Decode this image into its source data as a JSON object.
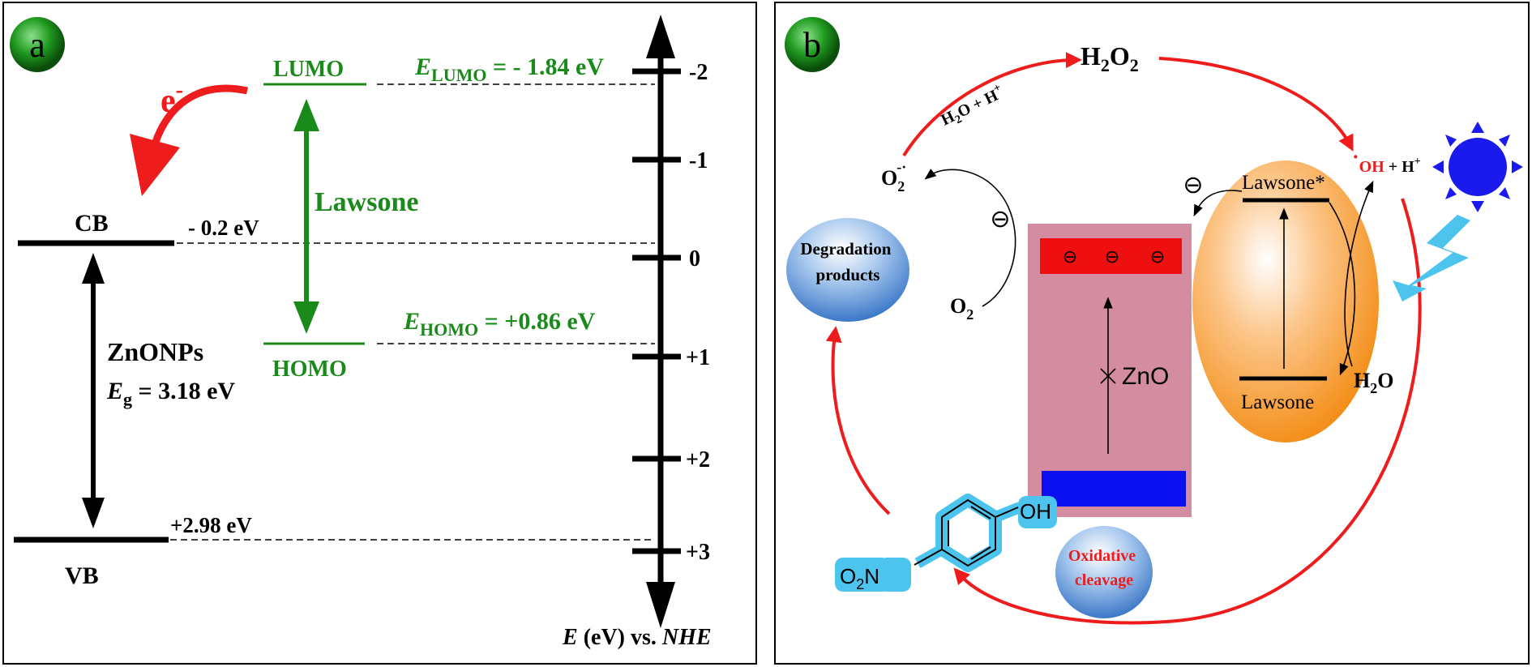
{
  "panel_a": {
    "label": "a",
    "energy_levels": {
      "lumo": "LUMO",
      "homo": "HOMO",
      "lumo_energy_prefix": "E",
      "lumo_energy_sub": "LUMO",
      "lumo_energy_value": " = - 1.84 eV",
      "homo_energy_prefix": "E",
      "homo_energy_sub": "HOMO",
      "homo_energy_value": " = +0.86 eV",
      "lawsone": "Lawsone",
      "electron": "e",
      "electron_sup": "-",
      "cb": "CB",
      "cb_value": "- 0.2 eV",
      "vb": "VB",
      "vb_value": "+2.98 eV",
      "semiconductor": "ZnONPs",
      "gap_prefix": "E",
      "gap_sub": "g",
      "gap_value": " = 3.18 eV"
    },
    "axis": {
      "ticks": [
        "-2",
        "-1",
        "0",
        "+1",
        "+2",
        "+3"
      ],
      "label_e": "E",
      "label_mid": " (eV) vs. ",
      "label_nhe": "NHE"
    }
  },
  "panel_b": {
    "label": "b",
    "h2o2": "H",
    "h2o2_2": "O",
    "h2o_h_label": "H",
    "h2o_h_o": "O + H",
    "h2o_h_plus": "+",
    "o2_radical": "O",
    "o2_radical_sub": "2",
    "o2_radical_sup": "-·",
    "o2": "O",
    "o2_sub": "2",
    "degradation": [
      "Degradation",
      "products"
    ],
    "oxidative": [
      "Oxidative",
      "cleavage"
    ],
    "zno": "ZnO",
    "lawsone_star": "Lawsone*",
    "lawsone": "Lawsone",
    "oh_radical": "OH",
    "oh_dot": "·",
    "h_plus": " + H",
    "h_plus_sup": "+",
    "h2o": "H",
    "h2o_sub": "2",
    "h2o_o": "O",
    "minus_sign": "⊖",
    "molecule_oh": "OH",
    "molecule_o2n": "O",
    "molecule_o2n_sub": "2",
    "molecule_n": "N"
  },
  "colors": {
    "green": "#1a8a1a",
    "red": "#ee1c1c",
    "blue": "#0000ee",
    "orange": "#f7921e",
    "pink": "#d48ca0",
    "cyan": "#4cc4ee",
    "black": "#000000"
  }
}
